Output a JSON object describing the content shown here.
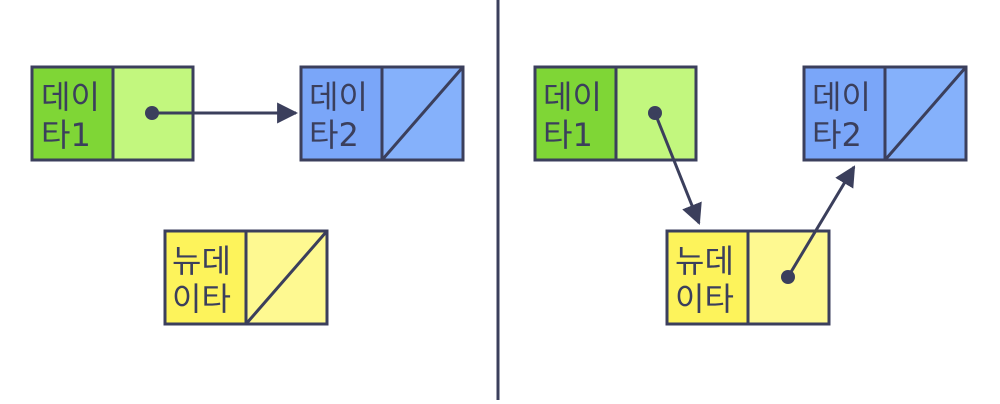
{
  "colors": {
    "stroke": "#3b3f5c",
    "green_dark": "#7fd636",
    "green_light": "#c2f77e",
    "blue_dark": "#7aa6f9",
    "blue_light": "#85b1fb",
    "yellow_dark": "#fdf35b",
    "yellow_light": "#fef991"
  },
  "left": {
    "node_data1": {
      "line1": "데이",
      "line2": "타1"
    },
    "node_data2": {
      "line1": "데이",
      "line2": "타2"
    },
    "node_new": {
      "line1": "뉴데",
      "line2": "이타"
    }
  },
  "right": {
    "node_data1": {
      "line1": "데이",
      "line2": "타1"
    },
    "node_data2": {
      "line1": "데이",
      "line2": "타2"
    },
    "node_new": {
      "line1": "뉴데",
      "line2": "이타"
    }
  }
}
